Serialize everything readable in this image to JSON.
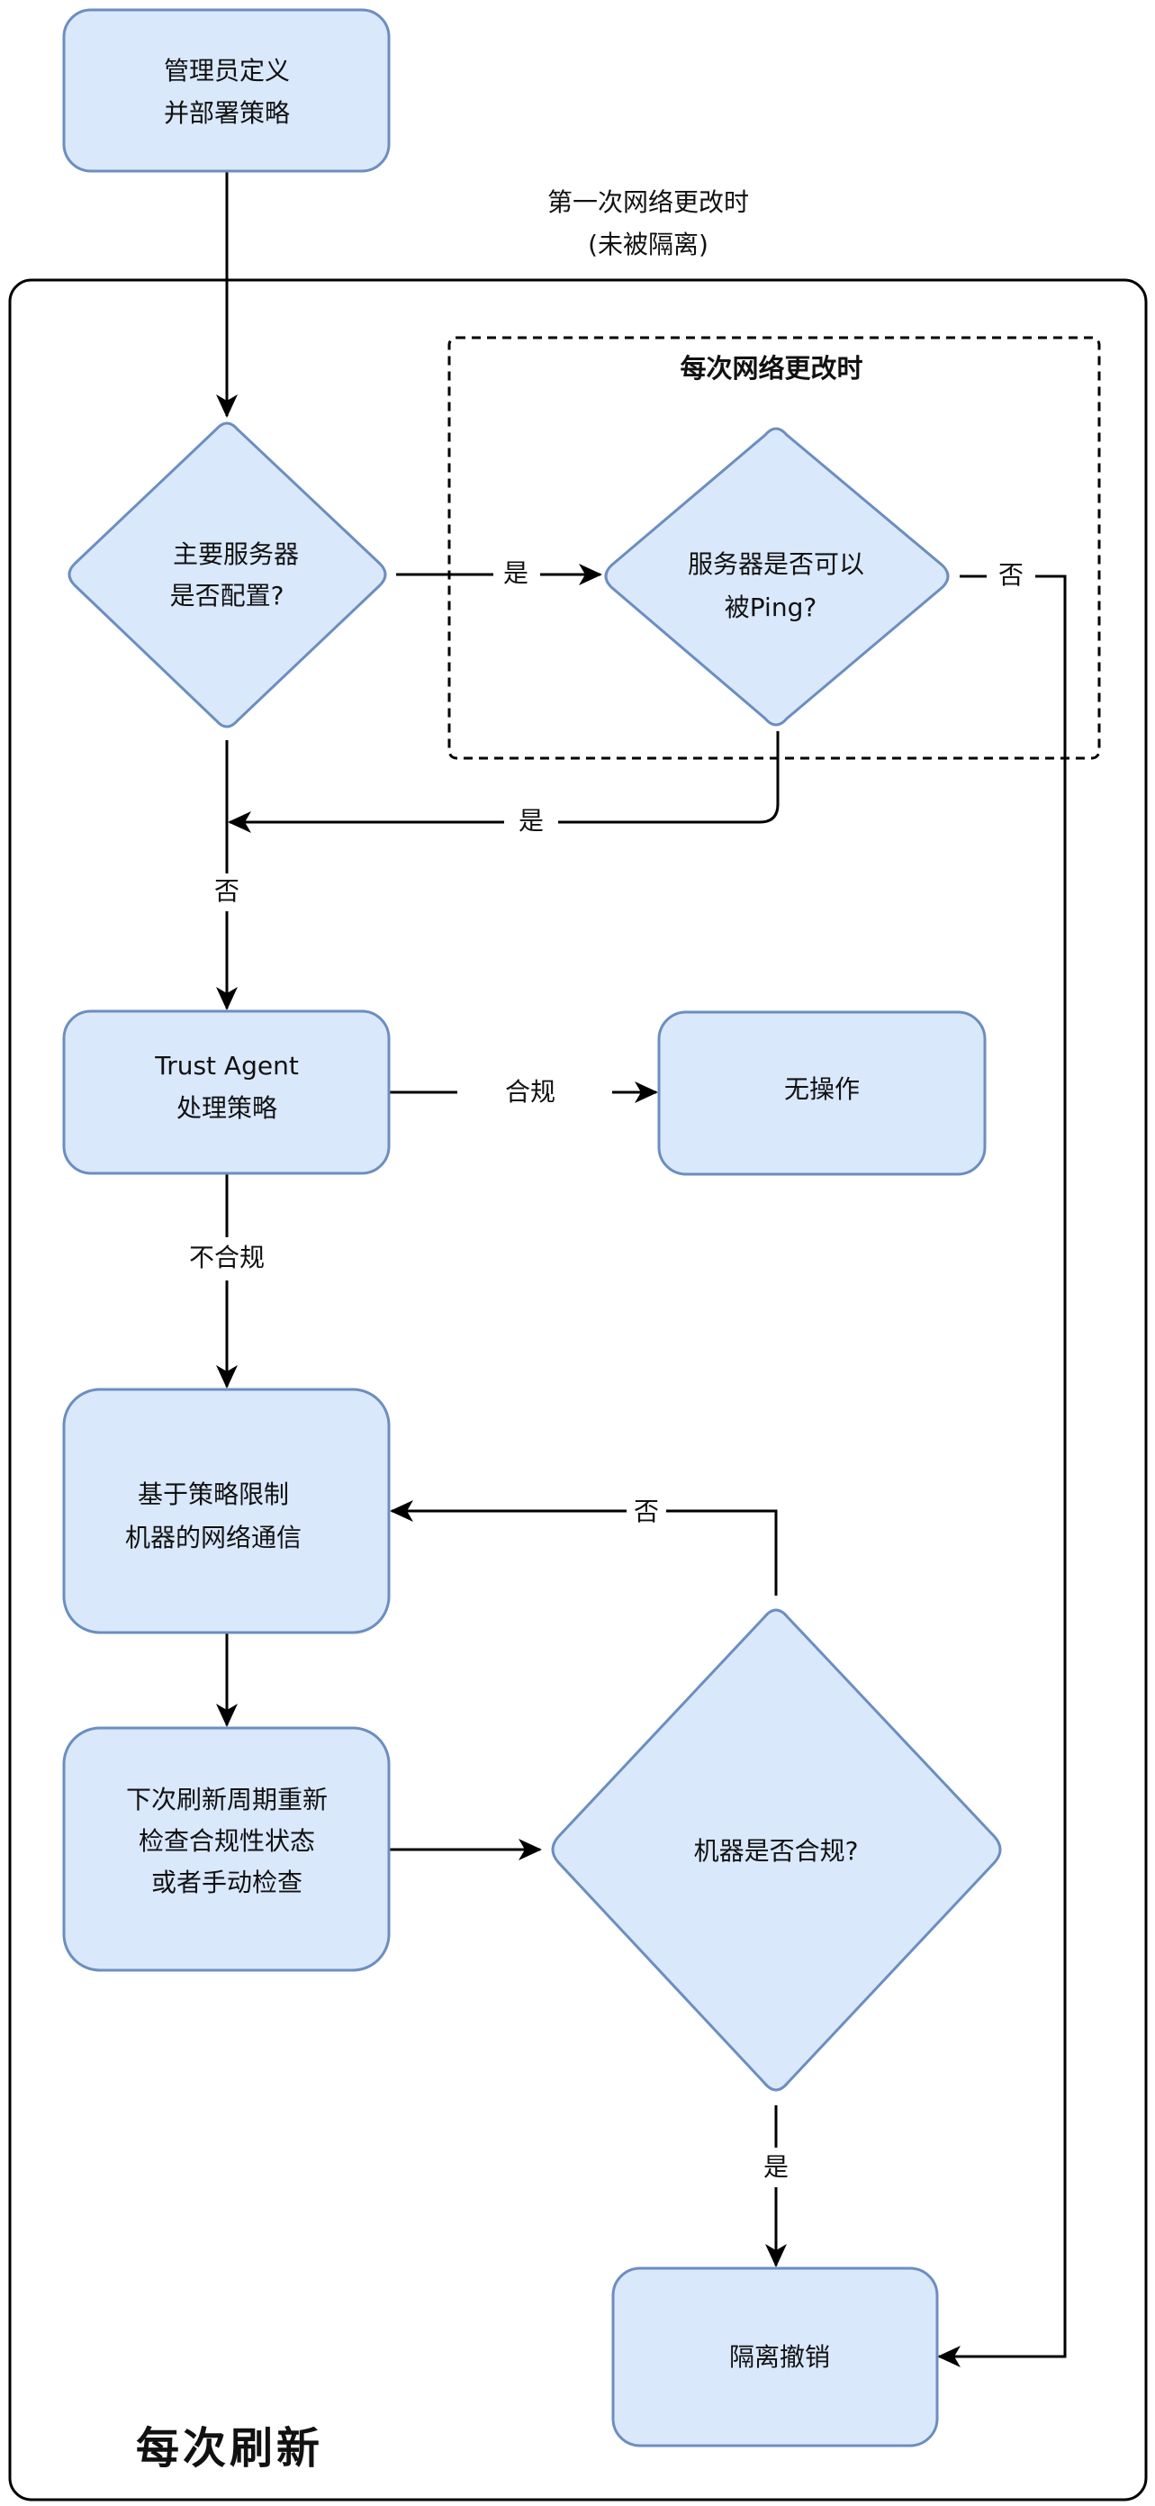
{
  "diagram": {
    "outer_container_label": "每次刷新",
    "dashed_group_title": "每次网络更改时",
    "first_change_label": [
      "第一次网络更改时",
      "(未被隔离)"
    ],
    "colors": {
      "node_fill": "#dae8fc",
      "node_stroke": "#6c8ebf",
      "edge": "#000000"
    },
    "nodes": {
      "admin": {
        "type": "process",
        "lines": [
          "管理员定义",
          "并部署策略"
        ]
      },
      "primary_server": {
        "type": "decision",
        "lines": [
          "主要服务器",
          "是否配置?"
        ]
      },
      "ping": {
        "type": "decision",
        "lines": [
          "服务器是否可以",
          "被Ping?"
        ]
      },
      "trust_agent": {
        "type": "process",
        "lines": [
          "Trust Agent",
          "处理策略"
        ]
      },
      "no_action": {
        "type": "process",
        "lines": [
          "无操作"
        ]
      },
      "restrict": {
        "type": "process",
        "lines": [
          "基于策略限制",
          "机器的网络通信"
        ]
      },
      "recheck": {
        "type": "process",
        "lines": [
          "下次刷新周期重新",
          "检查合规性状态",
          "或者手动检查"
        ]
      },
      "compliant": {
        "type": "decision",
        "lines": [
          "机器是否合规?"
        ]
      },
      "revoke": {
        "type": "process",
        "lines": [
          "隔离撤销"
        ]
      }
    },
    "edges": {
      "admin_to_primary": "",
      "primary_to_ping": "是",
      "ping_no_to_revoke": "否",
      "ping_yes_back": "是",
      "primary_no_to_trust": "否",
      "trust_to_noaction": "合规",
      "trust_to_restrict": "不合规",
      "restrict_to_recheck": "",
      "recheck_to_compliant": "",
      "compliant_no_to_restrict": "否",
      "compliant_yes_to_revoke": "是"
    }
  }
}
